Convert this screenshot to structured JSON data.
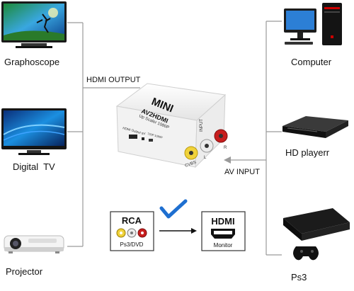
{
  "left_devices": [
    {
      "label": "Graphoscope"
    },
    {
      "label": "Digital  TV"
    },
    {
      "label": "Projector"
    }
  ],
  "right_devices": [
    {
      "label": "Computer"
    },
    {
      "label": "HD playerr"
    },
    {
      "label": "Ps3"
    }
  ],
  "connectors": {
    "hdmi_output": "HDMI OUTPUT",
    "av_input": "AV INPUT"
  },
  "adapter": {
    "brand": "MINI",
    "model": "AV2HDMI",
    "subtitle": "Up Scaler 1080P",
    "input_label": "INPUT",
    "cvbs_label": "CVBS",
    "l_label": "L",
    "r_label": "R",
    "hdmi_port_label": "HDMI Output",
    "power_label": "5V",
    "mode_label": "720P 1080P"
  },
  "flow": {
    "rca_title": "RCA",
    "rca_sub": "Ps3/DVD",
    "hdmi_title": "HDMI",
    "hdmi_sub": "Monitor"
  },
  "colors": {
    "line": "#9a9a9a",
    "check": "#1e6fd0",
    "rca_yellow": "#f0d23a",
    "rca_white": "#e8e8e8",
    "rca_red": "#c81e1e"
  }
}
